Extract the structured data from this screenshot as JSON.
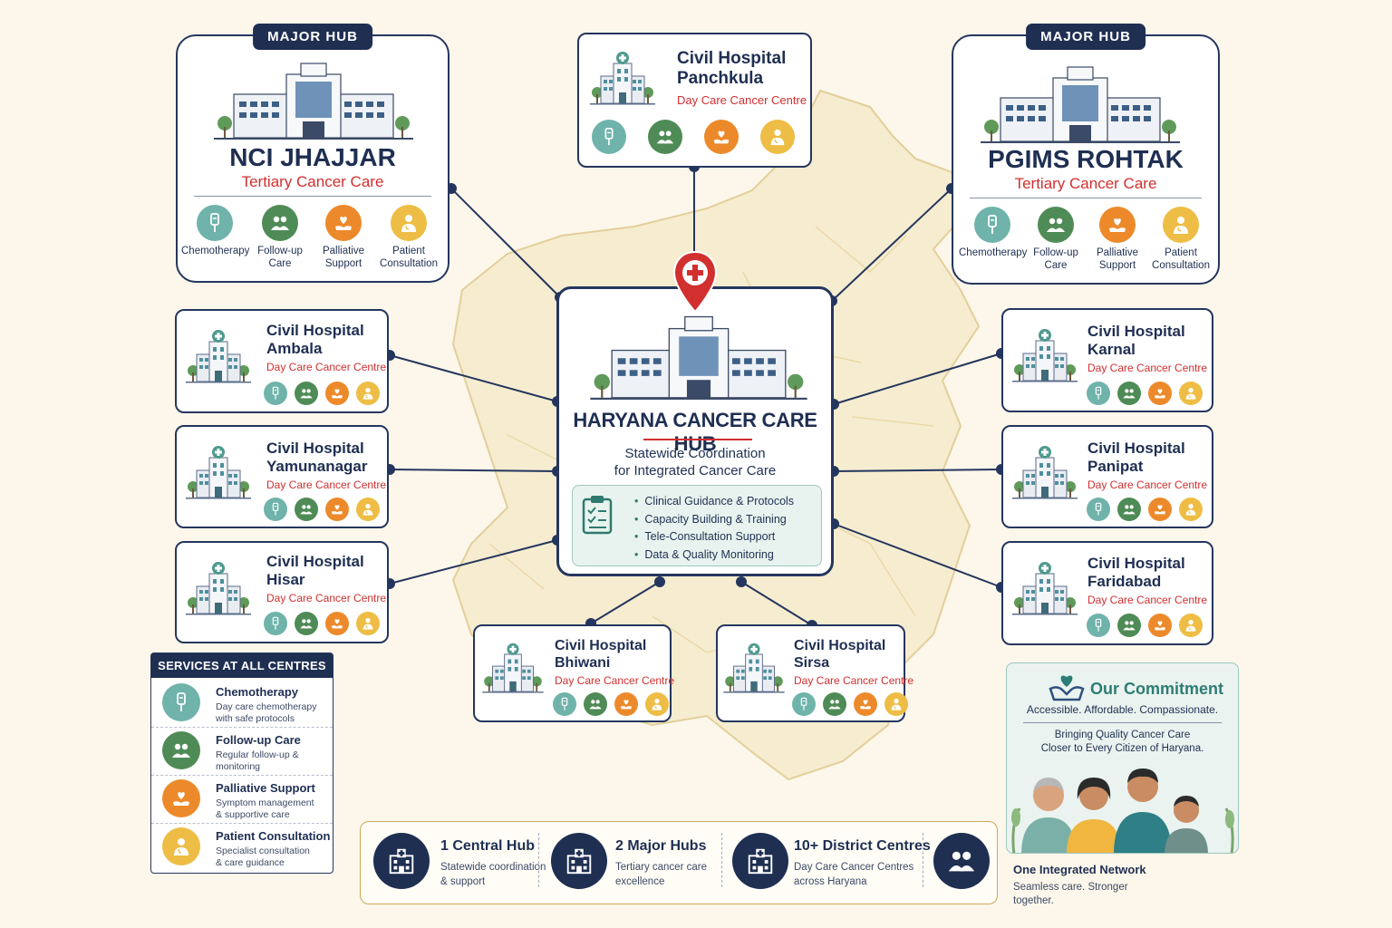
{
  "hubs": {
    "left": {
      "badge": "MAJOR HUB",
      "name": "NCI JHAJJAR",
      "type": "Tertiary Cancer Care"
    },
    "right": {
      "badge": "MAJOR HUB",
      "name": "PGIMS ROHTAK",
      "type": "Tertiary Cancer Care"
    }
  },
  "hub_services": {
    "chemo": "Chemotherapy",
    "followup": [
      "Follow-up",
      "Care"
    ],
    "palliative": [
      "Palliative",
      "Support"
    ],
    "consult": [
      "Patient",
      "Consultation"
    ]
  },
  "centres": {
    "panchkula": {
      "title": "Civil Hospital",
      "city": "Panchkula",
      "type": "Day Care Cancer Centre"
    },
    "ambala": {
      "title": "Civil Hospital",
      "city": "Ambala",
      "type": "Day Care Cancer Centre"
    },
    "yamunanagar": {
      "title": "Civil Hospital",
      "city": "Yamunanagar",
      "type": "Day Care Cancer Centre"
    },
    "hisar": {
      "title": "Civil Hospital",
      "city": "Hisar",
      "type": "Day Care Cancer Centre"
    },
    "karnal": {
      "title": "Civil Hospital",
      "city": "Karnal",
      "type": "Day Care Cancer Centre"
    },
    "panipat": {
      "title": "Civil Hospital",
      "city": "Panipat",
      "type": "Day Care Cancer Centre"
    },
    "faridabad": {
      "title": "Civil Hospital",
      "city": "Faridabad",
      "type": "Day Care Cancer Centre"
    },
    "bhiwani": {
      "title": "Civil Hospital",
      "city": "Bhiwani",
      "type": "Day Care Cancer Centre"
    },
    "sirsa": {
      "title": "Civil Hospital",
      "city": "Sirsa",
      "type": "Day Care Cancer Centre"
    }
  },
  "center": {
    "title": "HARYANA CANCER CARE HUB",
    "subtitle_1": "Statewide Coordination",
    "subtitle_2": "for Integrated Cancer Care",
    "functions": [
      "Clinical Guidance & Protocols",
      "Capacity Building & Training",
      "Tele-Consultation Support",
      "Data & Quality Monitoring"
    ]
  },
  "legend": {
    "heading": "SERVICES AT ALL CENTRES",
    "items": [
      {
        "title": "Chemotherapy",
        "desc_1": "Day care chemotherapy",
        "desc_2": "with safe protocols"
      },
      {
        "title": "Follow-up Care",
        "desc_1": "Regular follow-up &",
        "desc_2": "monitoring"
      },
      {
        "title": "Palliative Support",
        "desc_1": "Symptom management",
        "desc_2": "& supportive care"
      },
      {
        "title": "Patient Consultation",
        "desc_1": "Specialist consultation",
        "desc_2": "& care guidance"
      }
    ]
  },
  "stats": [
    {
      "title": "1 Central Hub",
      "desc_1": "Statewide coordination",
      "desc_2": "& support"
    },
    {
      "title": "2 Major Hubs",
      "desc_1": "Tertiary cancer care",
      "desc_2": "excellence"
    },
    {
      "title": "10+ District Centres",
      "desc_1": "Day Care Cancer Centres",
      "desc_2": "across Haryana"
    }
  ],
  "commitment": {
    "title": "Our Commitment",
    "tagline": "Accessible. Affordable. Compassionate.",
    "line_1": "Bringing Quality Cancer Care",
    "line_2": "Closer to Every Citizen of Haryana.",
    "network_title": "One Integrated Network",
    "network_1": "Seamless care. Stronger",
    "network_2": "together."
  },
  "colors": {
    "navy": "#1f2f52",
    "red": "#d22f2f",
    "teal": "#6fb3ab",
    "green": "#4f8b56",
    "orange": "#ec8a2b",
    "yellow": "#eebd45"
  },
  "icons": [
    "hospital-building-icon",
    "iv-drip-icon",
    "people-icon",
    "heart-hand-icon",
    "doctor-icon",
    "clipboard-check-icon",
    "location-pin-icon",
    "heart-hands-icon"
  ]
}
